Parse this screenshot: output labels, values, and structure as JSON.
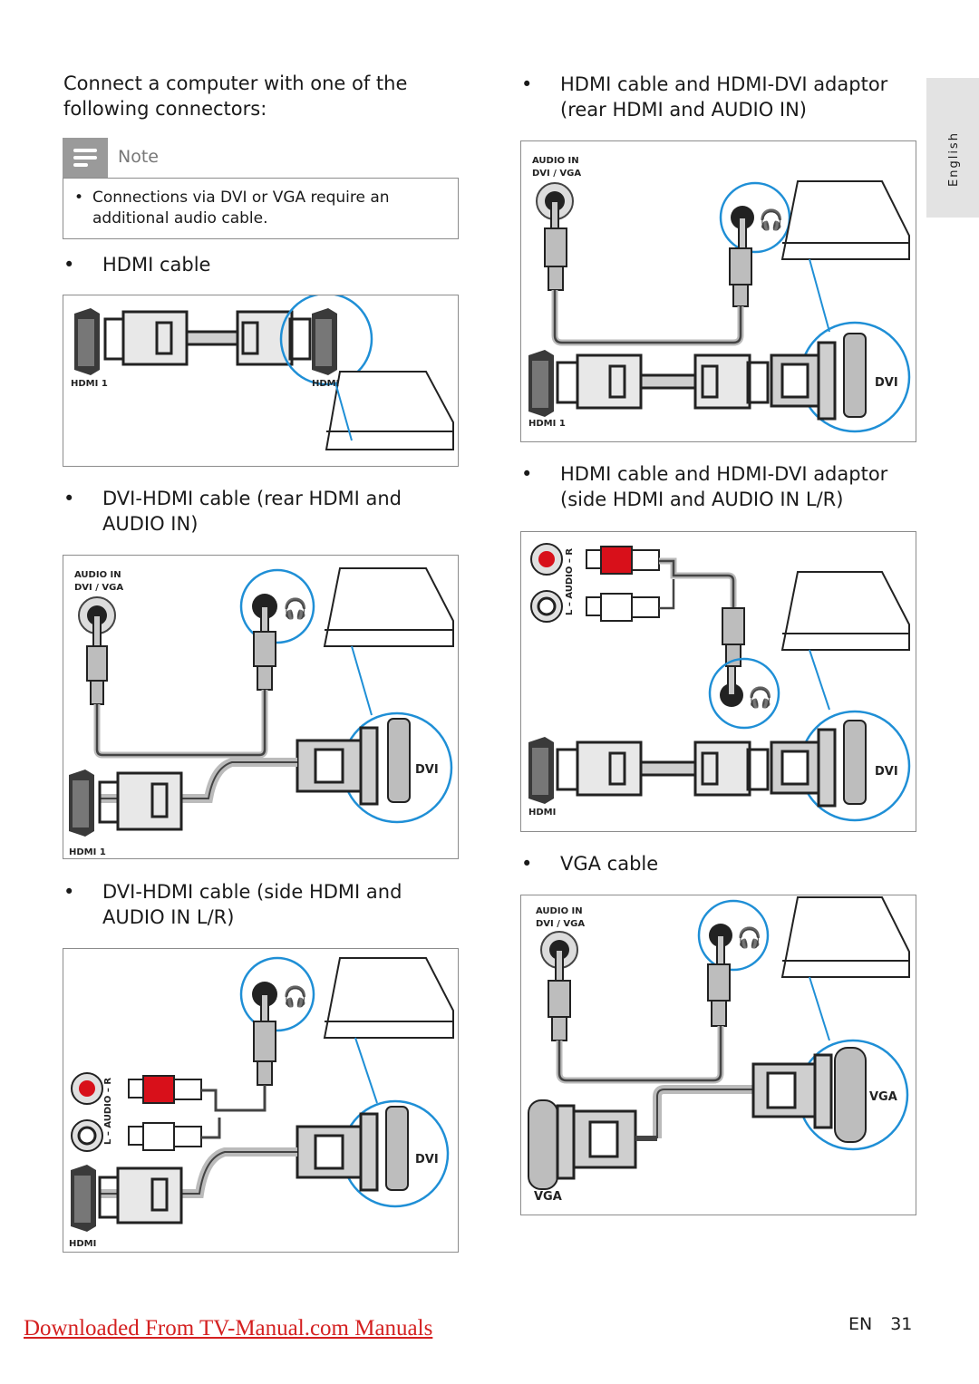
{
  "intro": "Connect a computer with one of the following connectors:",
  "note": {
    "label": "Note",
    "items": [
      "Connections via DVI or VGA require an additional audio cable."
    ]
  },
  "sections": {
    "hdmi": "HDMI cable",
    "dvi_rear": "DVI-HDMI cable (rear HDMI and AUDIO IN)",
    "dvi_side": "DVI-HDMI cable (side HDMI and AUDIO IN L/R)",
    "adaptor_rear": "HDMI cable and HDMI-DVI adaptor (rear HDMI and AUDIO IN)",
    "adaptor_side": "HDMI cable and HDMI-DVI adaptor (side HDMI and AUDIO IN L/R)",
    "vga": "VGA cable"
  },
  "bullet": "•",
  "figure_labels": {
    "hdmi_1": "HDMI 1",
    "hdmi": "HDMI",
    "audio_in": "AUDIO IN",
    "dvi_vga": "DVI / VGA",
    "audio_lr": "L – AUDIO – R",
    "dvi": "DVI",
    "vga": "VGA"
  },
  "side_tab": "English",
  "footer": {
    "link": "Downloaded From TV-Manual.com Manuals",
    "lang": "EN",
    "page": "31"
  },
  "colors": {
    "red_plug": "#d8101a",
    "accent_circle": "#1f8fd6",
    "side_tab": "#e3e3e3"
  }
}
